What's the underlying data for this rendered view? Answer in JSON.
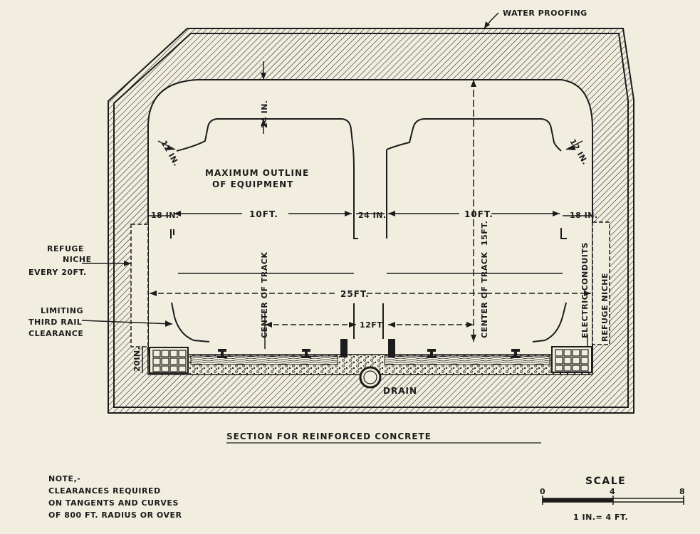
{
  "labels": {
    "water_proofing": "WATER PROOFING",
    "top_clearance": "24 IN.",
    "corner_left": "12 IN.",
    "corner_right": "12 IN.",
    "max_outline_1": "MAXIMUM OUTLINE",
    "max_outline_2": "OF EQUIPMENT",
    "side_left": "18 IN.",
    "side_right": "18 IN.",
    "car_width_left": "10FT.",
    "car_width_right": "10FT.",
    "between_cars": "24 IN.",
    "height": "15FT.",
    "center_track_left": "CENTER OF TRACK",
    "center_track_right": "CENTER OF TRACK",
    "tunnel_width": "25FT.",
    "track_centers": "12FT.",
    "refuge_left_1": "REFUGE",
    "refuge_left_2": "NICHE",
    "refuge_left_3": "EVERY 20FT.",
    "limiting_1": "LIMITING",
    "limiting_2": "THIRD RAIL",
    "limiting_3": "CLEARANCE",
    "conduit_height": "20IN.",
    "electric_conduits": "ELECTRIC CONDUITS",
    "refuge_niche_right": "REFUGE NICHE",
    "drain": "DRAIN",
    "section_title": "SECTION FOR REINFORCED CONCRETE",
    "note_1": "NOTE,-",
    "note_2": "CLEARANCES REQUIRED",
    "note_3": "ON TANGENTS AND CURVES",
    "note_4": "OF 800 FT. RADIUS OR OVER",
    "scale_title": "SCALE",
    "scale_0": "0",
    "scale_4": "4",
    "scale_8": "8",
    "scale_ratio": "1 IN.= 4 FT."
  },
  "colors": {
    "ink": "#1c1c1c",
    "paper": "#f1eedf"
  }
}
